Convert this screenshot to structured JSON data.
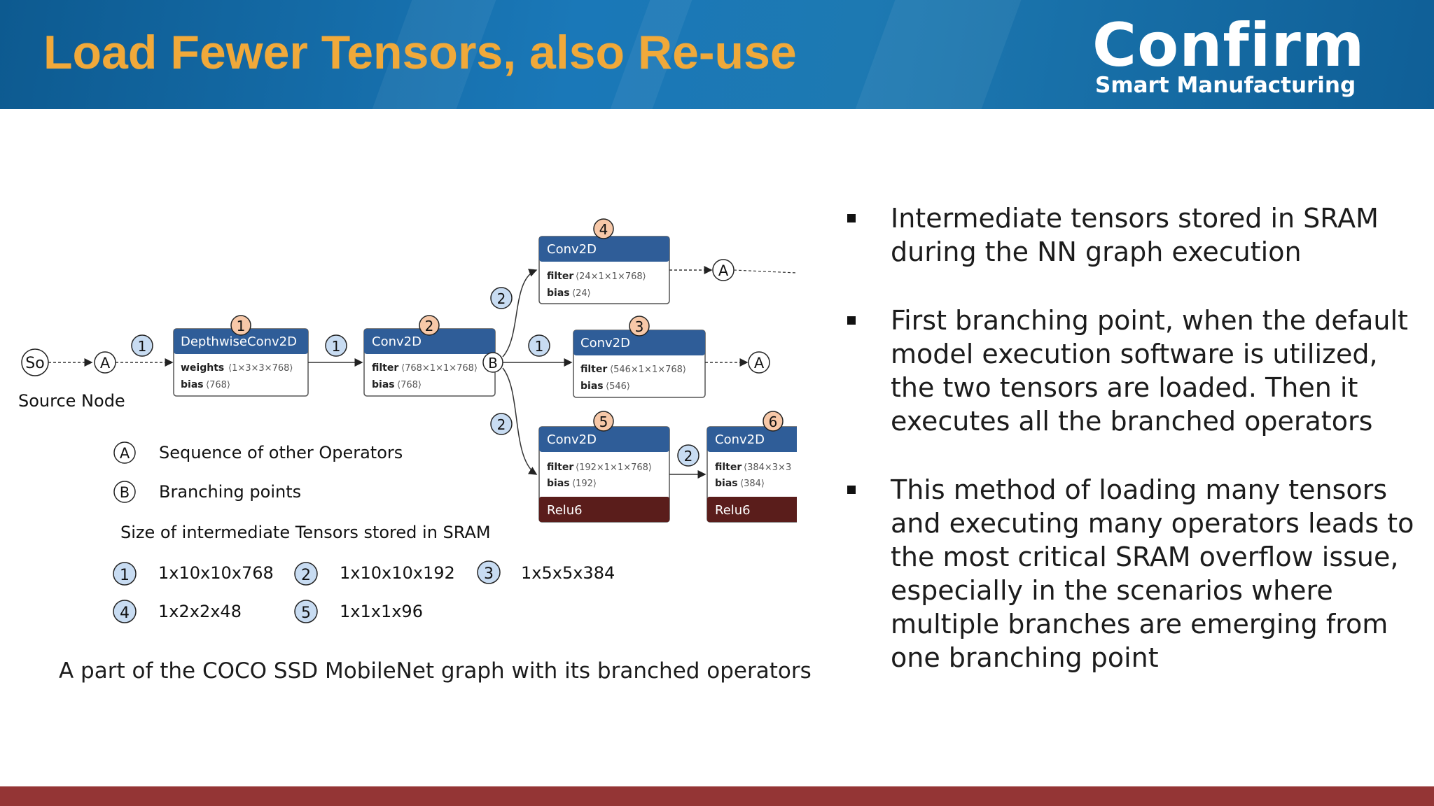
{
  "slide": {
    "title": "Load Fewer Tensors, also Re-use",
    "logo": {
      "main": "Confirm",
      "sub": "Smart Manufacturing"
    },
    "colors": {
      "header": "#1a6fa8",
      "title": "#f0a93a",
      "footer": "#943535",
      "node_header": "#2f5d98",
      "relu": "#5a1d1b",
      "num_marker": "#f7c8a8",
      "size_marker": "#c8dcf2"
    }
  },
  "diagram": {
    "source_label": "So",
    "source_caption": "Source Node",
    "sequence_marker": "A",
    "branch_marker": "B",
    "nodes": [
      {
        "id": "n1",
        "title": "DepthwiseConv2D",
        "marker": "1",
        "rows": [
          {
            "key": "weights",
            "val": "⟨1×3×3×768⟩"
          },
          {
            "key": "bias",
            "val": "⟨768⟩"
          }
        ]
      },
      {
        "id": "n2",
        "title": "Conv2D",
        "marker": "2",
        "rows": [
          {
            "key": "filter",
            "val": "⟨768×1×1×768⟩"
          },
          {
            "key": "bias",
            "val": "⟨768⟩"
          }
        ]
      },
      {
        "id": "n4",
        "title": "Conv2D",
        "marker": "4",
        "rows": [
          {
            "key": "filter",
            "val": "⟨24×1×1×768⟩"
          },
          {
            "key": "bias",
            "val": "⟨24⟩"
          }
        ]
      },
      {
        "id": "n3",
        "title": "Conv2D",
        "marker": "3",
        "rows": [
          {
            "key": "filter",
            "val": "⟨546×1×1×768⟩"
          },
          {
            "key": "bias",
            "val": "⟨546⟩"
          }
        ]
      },
      {
        "id": "n5",
        "title": "Conv2D",
        "marker": "5",
        "footer": "Relu6",
        "rows": [
          {
            "key": "filter",
            "val": "⟨192×1×1×768⟩"
          },
          {
            "key": "bias",
            "val": "⟨192⟩"
          }
        ]
      },
      {
        "id": "n6",
        "title": "Conv2D",
        "marker": "6",
        "footer": "Relu6",
        "rows": [
          {
            "key": "filter",
            "val": "⟨384×3×3"
          },
          {
            "key": "bias",
            "val": "⟨384⟩"
          }
        ]
      }
    ],
    "edge_markers": [
      "1",
      "1",
      "2",
      "1",
      "2",
      "2"
    ],
    "legend": [
      {
        "marker": "A",
        "text": "Sequence of other Operators"
      },
      {
        "marker": "B",
        "text": "Branching points"
      }
    ],
    "sizes_title": "Size of intermediate Tensors stored in SRAM",
    "sizes": [
      {
        "marker": "1",
        "value": "1x10x10x768"
      },
      {
        "marker": "2",
        "value": "1x10x10x192"
      },
      {
        "marker": "3",
        "value": "1x5x5x384"
      },
      {
        "marker": "4",
        "value": "1x2x2x48"
      },
      {
        "marker": "5",
        "value": "1x1x1x96"
      }
    ],
    "caption": "A part of the COCO SSD MobileNet graph with its branched operators"
  },
  "bullets": [
    "Intermediate tensors stored in SRAM during the NN graph execution",
    "First branching point, when the default model execution software is utilized, the two tensors are loaded. Then it executes all the branched operators",
    "This method of loading many tensors and executing many operators leads to the most critical SRAM overflow issue, especially in the scenarios where multiple branches are emerging from one branching point"
  ]
}
